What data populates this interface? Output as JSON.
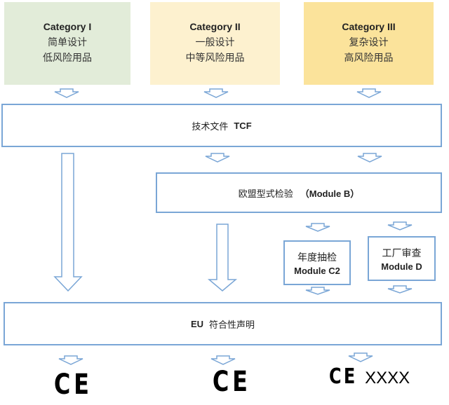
{
  "colors": {
    "category_1": "#e2ecd9",
    "category_2": "#fdf1cf",
    "category_3": "#fbe39b",
    "arrow": "#7aa6d6",
    "border": "#7aa6d6"
  },
  "categories": [
    {
      "title": "Category I",
      "line1": "简单设计",
      "line2": "低风险用品"
    },
    {
      "title": "Category II",
      "line1": "一般设计",
      "line2": "中等风险用品"
    },
    {
      "title": "Category III",
      "line1": "复杂设计",
      "line2": "高风险用品"
    }
  ],
  "tcf": {
    "zh": "技术文件",
    "en": "TCF"
  },
  "module_b": {
    "zh": "欧盟型式检验",
    "en": "（Module B）"
  },
  "module_c2": {
    "zh": "年度抽检",
    "en": "Module C2"
  },
  "module_d": {
    "zh": "工厂审查",
    "en": "Module D"
  },
  "declaration": {
    "en": "EU",
    "zh": "符合性声明"
  },
  "marks": [
    {
      "mark": "CE",
      "number": ""
    },
    {
      "mark": "CE",
      "number": ""
    },
    {
      "mark": "CE",
      "number": "XXXX"
    }
  ]
}
